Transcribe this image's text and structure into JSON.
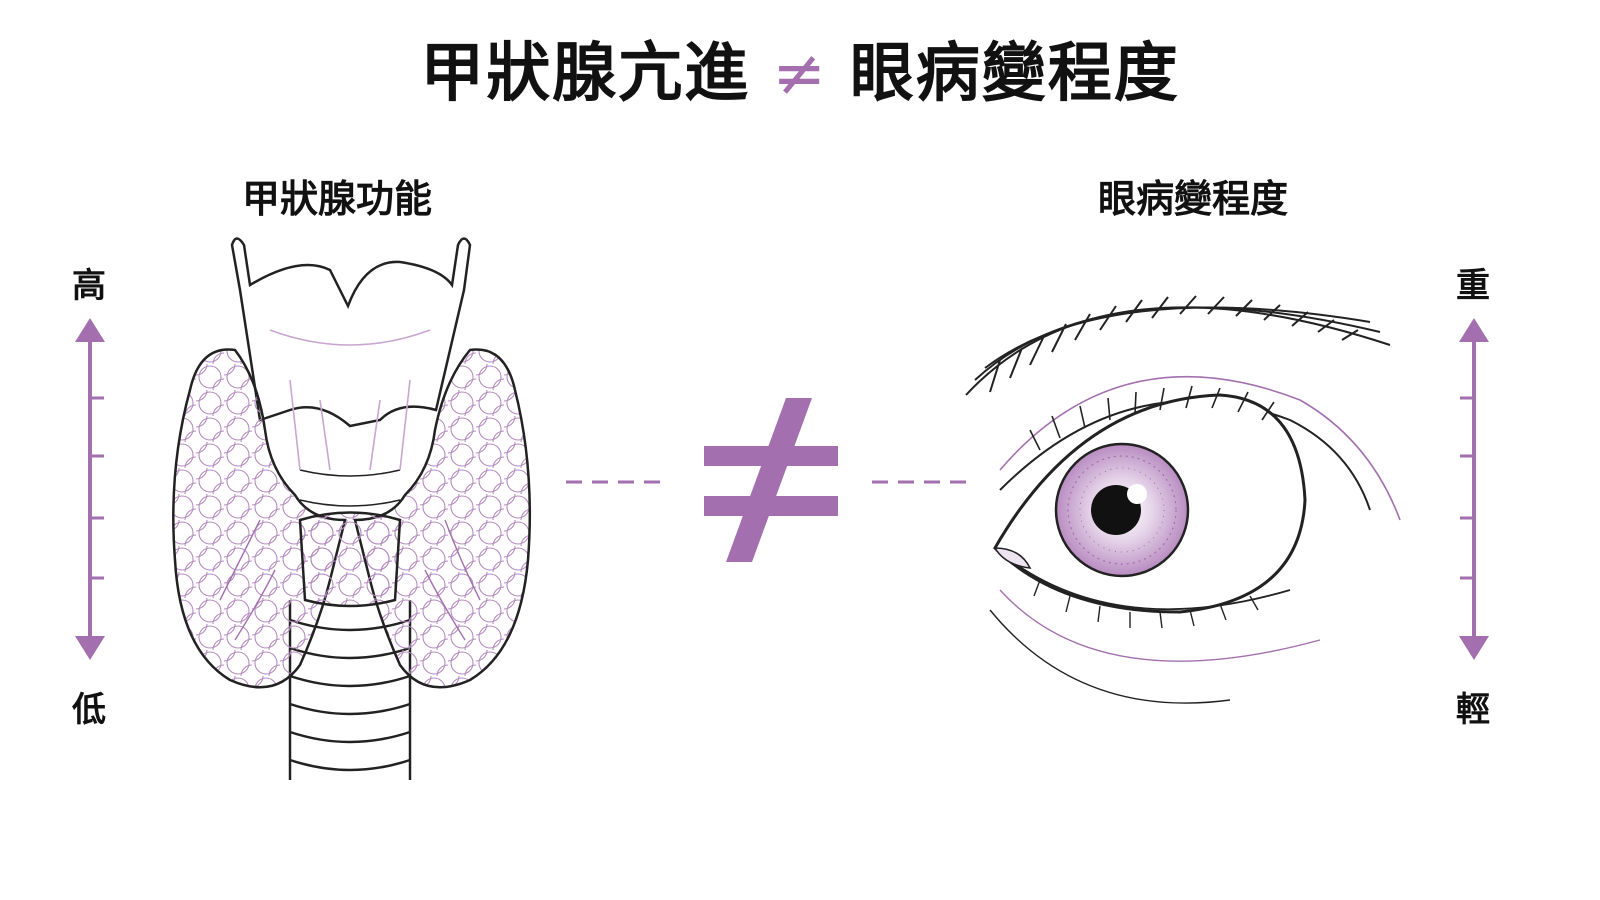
{
  "title": {
    "left": "甲狀腺亢進",
    "symbol": "≠",
    "right": "眼病變程度"
  },
  "left_panel": {
    "label": "甲狀腺功能",
    "scale_top": "高",
    "scale_bottom": "低"
  },
  "right_panel": {
    "label": "眼病變程度",
    "scale_top": "重",
    "scale_bottom": "輕"
  },
  "colors": {
    "accent": "#a36fae",
    "accent_light": "#c9a6cf",
    "line": "#222222"
  }
}
